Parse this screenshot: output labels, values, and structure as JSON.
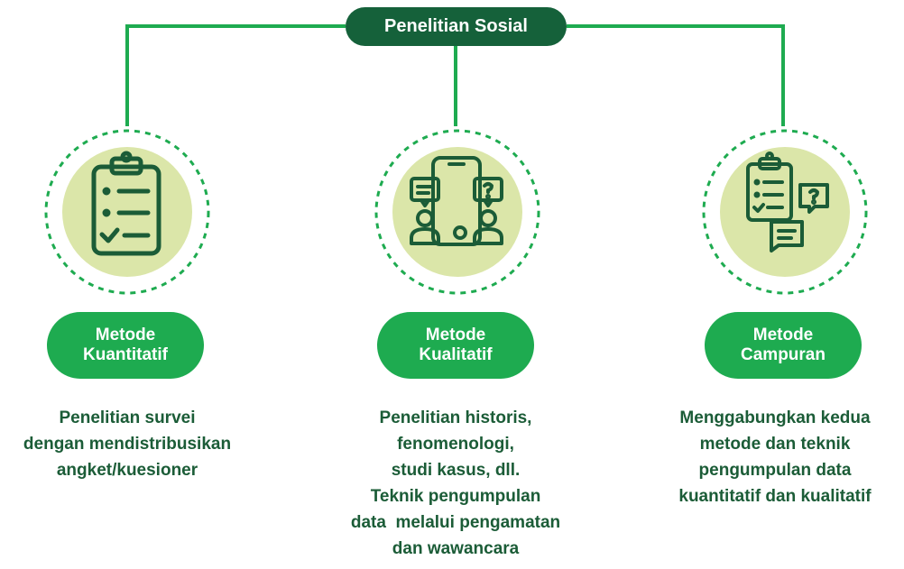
{
  "root": {
    "label": "Penelitian Sosial"
  },
  "methods": [
    {
      "icon": "clipboard-checklist-icon",
      "title_line1": "Metode",
      "title_line2": "Kuantitatif",
      "desc_lines": [
        "Penelitian survei",
        "dengan mendistribusikan",
        "angket/kuesioner"
      ]
    },
    {
      "icon": "phone-interview-icon",
      "title_line1": "Metode",
      "title_line2": "Kualitatif",
      "desc_lines": [
        "Penelitian historis,",
        "fenomenologi,",
        "studi kasus, dll.",
        "Teknik pengumpulan",
        "data  melalui pengamatan",
        "dan wawancara"
      ]
    },
    {
      "icon": "clipboard-chat-icon",
      "title_line1": "Metode",
      "title_line2": "Campuran",
      "desc_lines": [
        "Menggabungkan kedua",
        "metode dan teknik",
        "pengumpulan data",
        "kuantitatif dan kualitatif"
      ]
    }
  ],
  "colors": {
    "dark_green": "#15613a",
    "accent_green": "#1eab50",
    "icon_circle": "#dbe6a9",
    "text_green": "#1b5c37"
  }
}
